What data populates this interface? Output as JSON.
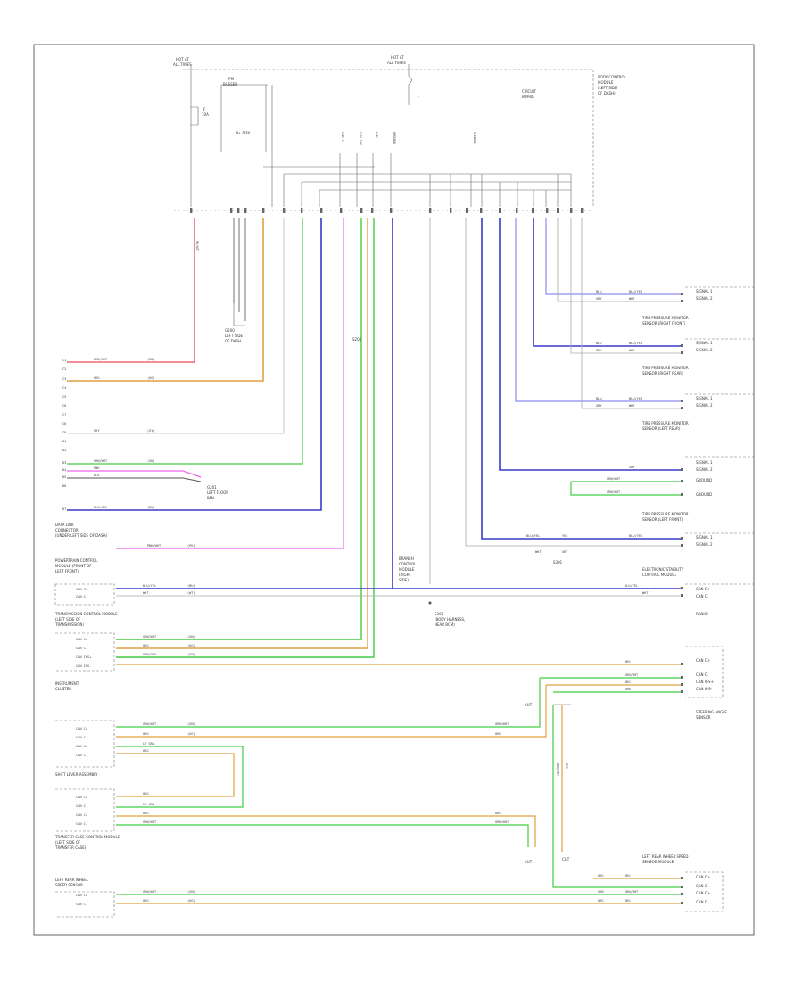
{
  "figure": {
    "footer": "",
    "colors": {
      "red": "#f06a78",
      "orange": "#e0a040",
      "green": "#44cc44",
      "blue": "#3a3acc",
      "light_blue": "#8c8cf0",
      "pink": "#ee66ee",
      "grey": "#aaaaaa",
      "dark": "#333333",
      "frame": "#555555"
    },
    "wire_colors_order": [
      "red",
      "orange",
      "green",
      "blue",
      "light_blue",
      "pink",
      "grey",
      "dark"
    ]
  },
  "modules": {
    "central_module": {
      "name": "",
      "location": ""
    },
    "right_components": [
      {
        "name": ""
      },
      {
        "name": ""
      },
      {
        "name": ""
      },
      {
        "name": ""
      },
      {
        "name": ""
      },
      {
        "name": ""
      },
      {
        "name": ""
      }
    ],
    "left_components": [
      {
        "name": ""
      },
      {
        "name": ""
      },
      {
        "name": ""
      },
      {
        "name": ""
      },
      {
        "name": ""
      },
      {
        "name": ""
      }
    ]
  }
}
